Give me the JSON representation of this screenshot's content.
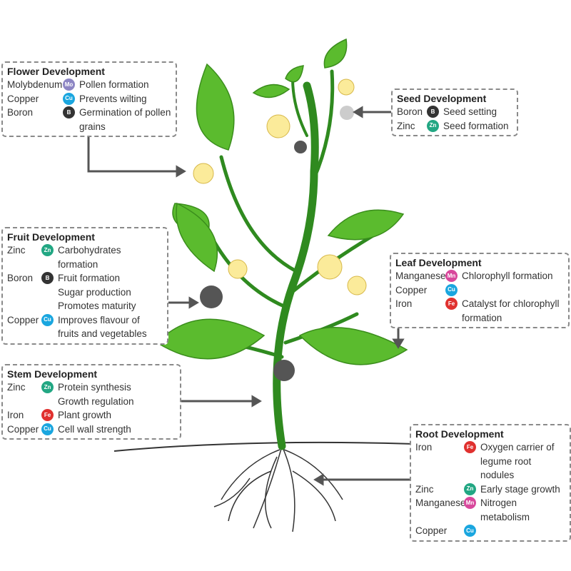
{
  "colors": {
    "Mo": "#8d86c4",
    "Cu": "#1aa6df",
    "B": "#333333",
    "Zn": "#22a783",
    "Fe": "#e0312f",
    "Mn": "#d8489c",
    "leaf": "#5bbb2e",
    "stem": "#2f8a1f"
  },
  "boxes": [
    {
      "id": "flower",
      "title": "Flower Development",
      "rows": [
        {
          "nutrient": "Molybdenum",
          "symbol": "Mo",
          "effect": "Pollen formation"
        },
        {
          "nutrient": "Copper",
          "symbol": "Cu",
          "effect": "Prevents wilting"
        },
        {
          "nutrient": "Boron",
          "symbol": "B",
          "effect": "Germination of pollen grains"
        }
      ]
    },
    {
      "id": "seed",
      "title": "Seed Development",
      "rows": [
        {
          "nutrient": "Boron",
          "symbol": "B",
          "effect": "Seed setting"
        },
        {
          "nutrient": "Zinc",
          "symbol": "Zn",
          "effect": "Seed formation"
        }
      ]
    },
    {
      "id": "fruit",
      "title": "Fruit Development",
      "rows": [
        {
          "nutrient": "Zinc",
          "symbol": "Zn",
          "effect": "Carbohydrates formation"
        },
        {
          "nutrient": "Boron",
          "symbol": "B",
          "effect": "Fruit formation"
        },
        {
          "nutrient": "",
          "symbol": "",
          "effect": "Sugar production"
        },
        {
          "nutrient": "",
          "symbol": "",
          "effect": "Promotes maturity"
        },
        {
          "nutrient": "Copper",
          "symbol": "Cu",
          "effect": "Improves flavour of fruits and vegetables"
        }
      ]
    },
    {
      "id": "leaf",
      "title": "Leaf Development",
      "rows": [
        {
          "nutrient": "Manganese",
          "symbol": "Mn",
          "effect": "Chlorophyll formation"
        },
        {
          "nutrient": "Copper",
          "symbol": "Cu",
          "effect": ""
        },
        {
          "nutrient": "Iron",
          "symbol": "Fe",
          "effect": "Catalyst for chlorophyll formation"
        }
      ]
    },
    {
      "id": "stem",
      "title": "Stem Development",
      "rows": [
        {
          "nutrient": "Zinc",
          "symbol": "Zn",
          "effect": "Protein synthesis"
        },
        {
          "nutrient": "",
          "symbol": "",
          "effect": "Growth regulation"
        },
        {
          "nutrient": "Iron",
          "symbol": "Fe",
          "effect": "Plant growth"
        },
        {
          "nutrient": "Copper",
          "symbol": "Cu",
          "effect": "Cell wall strength"
        }
      ]
    },
    {
      "id": "root",
      "title": "Root Development",
      "rows": [
        {
          "nutrient": "Iron",
          "symbol": "Fe",
          "effect": "Oxygen carrier of legume root nodules"
        },
        {
          "nutrient": "Zinc",
          "symbol": "Zn",
          "effect": "Early stage growth"
        },
        {
          "nutrient": "Manganese",
          "symbol": "Mn",
          "effect": "Nitrogen metabolism"
        },
        {
          "nutrient": "Copper",
          "symbol": "Cu",
          "effect": ""
        }
      ]
    }
  ]
}
